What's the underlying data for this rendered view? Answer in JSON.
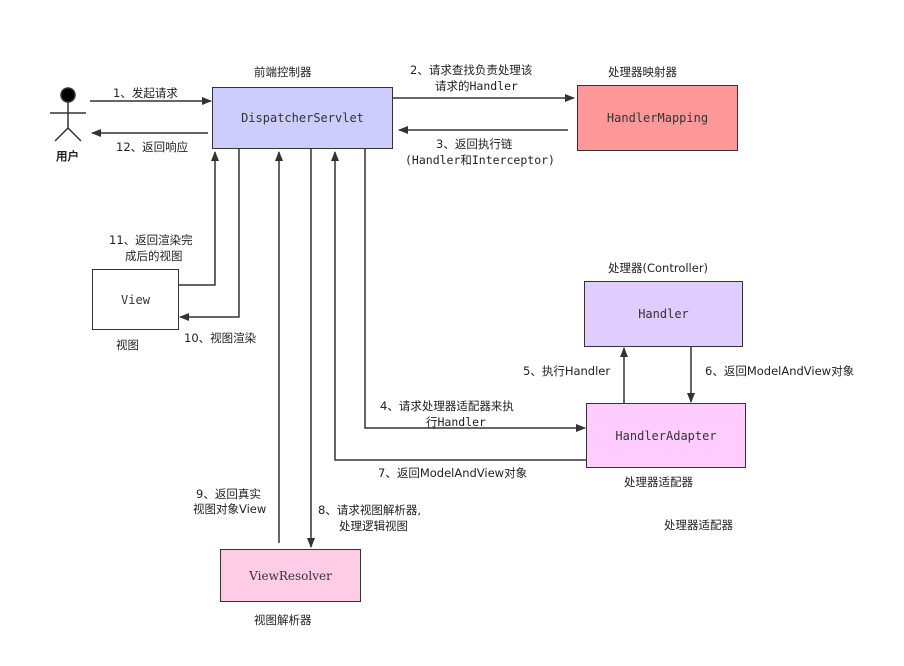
{
  "actor": {
    "label": "用户"
  },
  "components": {
    "dispatcher": {
      "name": "DispatcherServlet",
      "caption": "前端控制器",
      "fill": "#ccccff"
    },
    "mapping": {
      "name": "HandlerMapping",
      "caption": "处理器映射器",
      "fill": "#ff9999"
    },
    "handler": {
      "name": "Handler",
      "caption": "处理器(Controller)",
      "fill": "#e0ccff"
    },
    "adapter": {
      "name": "HandlerAdapter",
      "caption": "处理器适配器",
      "caption2": "处理器适配器",
      "fill": "#ffccff"
    },
    "view": {
      "name": "View",
      "caption": "视图",
      "fill": "#ffffff"
    },
    "resolver": {
      "name": "ViewResolver",
      "caption": "视图解析器",
      "fill": "#ffcce6"
    }
  },
  "steps": {
    "s1": "1、发起请求",
    "s2a": "2、请求查找负责处理该",
    "s2b": "请求的Handler",
    "s3a": "3、返回执行链",
    "s3b": "(Handler和Interceptor)",
    "s4a": "4、请求处理器适配器来执",
    "s4b": "行Handler",
    "s5": "5、执行Handler",
    "s6": "6、返回ModelAndView对象",
    "s7": "7、返回ModelAndView对象",
    "s8a": "8、请求视图解析器,",
    "s8b": "处理逻辑视图",
    "s9a": "9、返回真实",
    "s9b": "视图对象View",
    "s10": "10、视图渲染",
    "s11a": "11、返回渲染完",
    "s11b": "成后的视图",
    "s12": "12、返回响应"
  }
}
